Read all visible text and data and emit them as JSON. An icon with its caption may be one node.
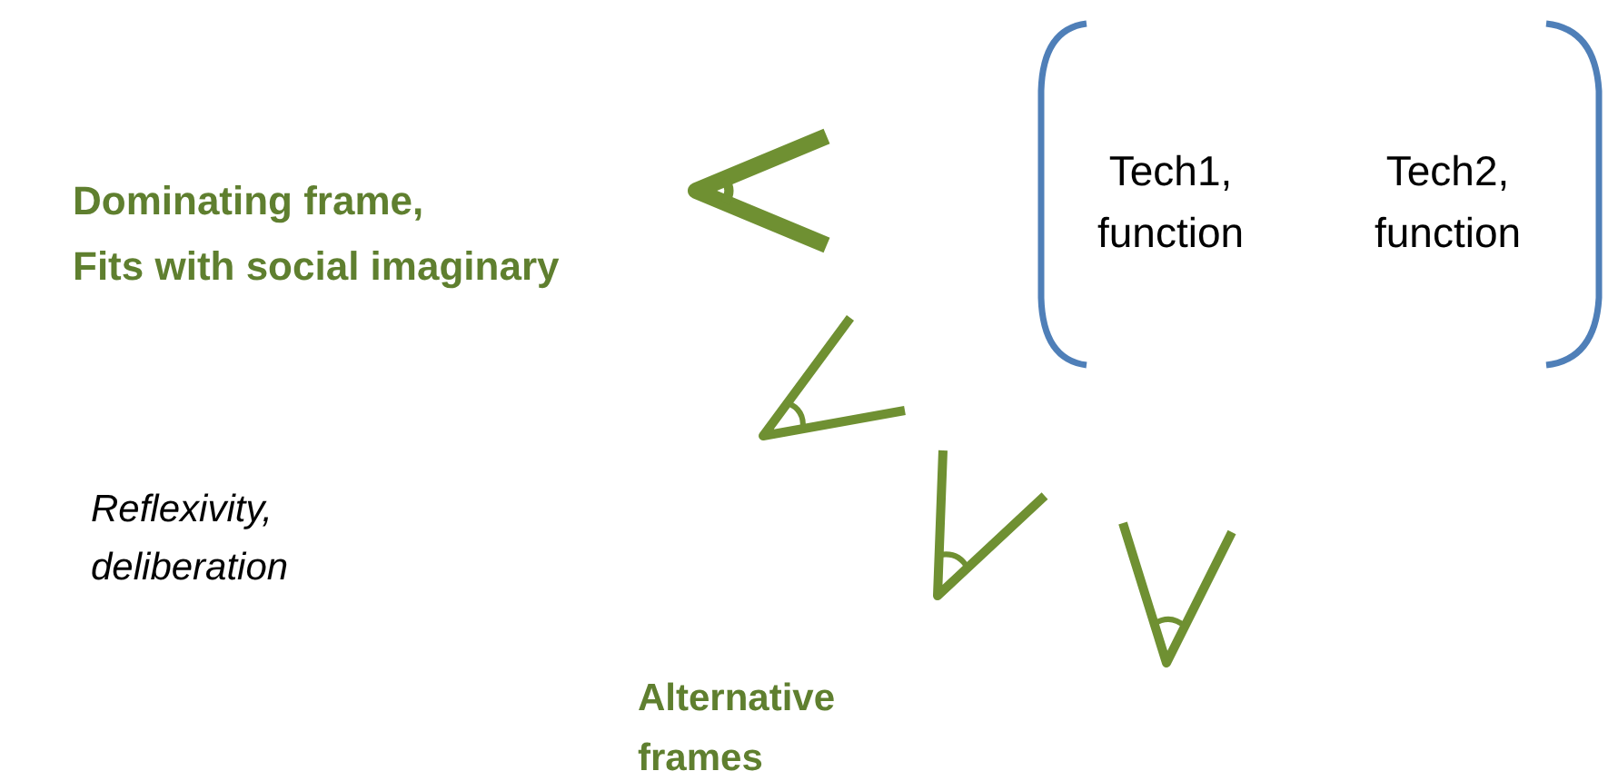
{
  "diagram": {
    "nodes": [
      {
        "text": [
          "Tech1, function",
          "Tech2, function"
        ]
      }
    ],
    "labels": [
      "Dominating frame,",
      "Fits with social imaginary",
      "Reflexivity, deliberation",
      "Alternative frames"
    ]
  }
}
